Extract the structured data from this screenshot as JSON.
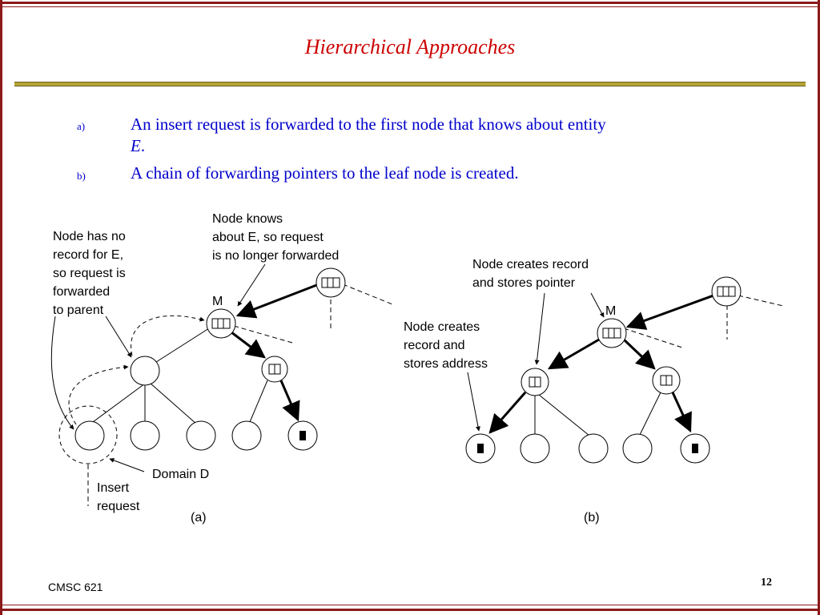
{
  "slide": {
    "title": "Hierarchical Approaches",
    "bullets": [
      {
        "marker": "a)",
        "text_line1": "An insert request is forwarded to the first node that knows about entity",
        "entity": "E",
        "suffix": "."
      },
      {
        "marker": "b)",
        "text_line1": "A chain of forwarding pointers to the leaf node is created."
      }
    ],
    "footer_left": "CMSC 621",
    "page_number": "12"
  },
  "diagram_a": {
    "label_no_record": [
      "Node has no",
      "record for E,",
      "so request is",
      "forwarded",
      "to parent"
    ],
    "label_knows": [
      "Node knows",
      "about E, so request",
      "is no longer forwarded"
    ],
    "node_m": "M",
    "label_domain": "Domain D",
    "label_insert": [
      "Insert",
      "request"
    ],
    "caption": "(a)"
  },
  "diagram_b": {
    "label_creates_pointer": [
      "Node creates record",
      "and stores pointer"
    ],
    "node_m": "M",
    "label_creates_address": [
      "Node creates",
      "record and",
      "stores address"
    ],
    "caption": "(b)"
  },
  "colors": {
    "frame": "#8b1a1a",
    "title": "#cc0000",
    "rule": "#b5a335",
    "bullet_text": "#0000cc"
  }
}
